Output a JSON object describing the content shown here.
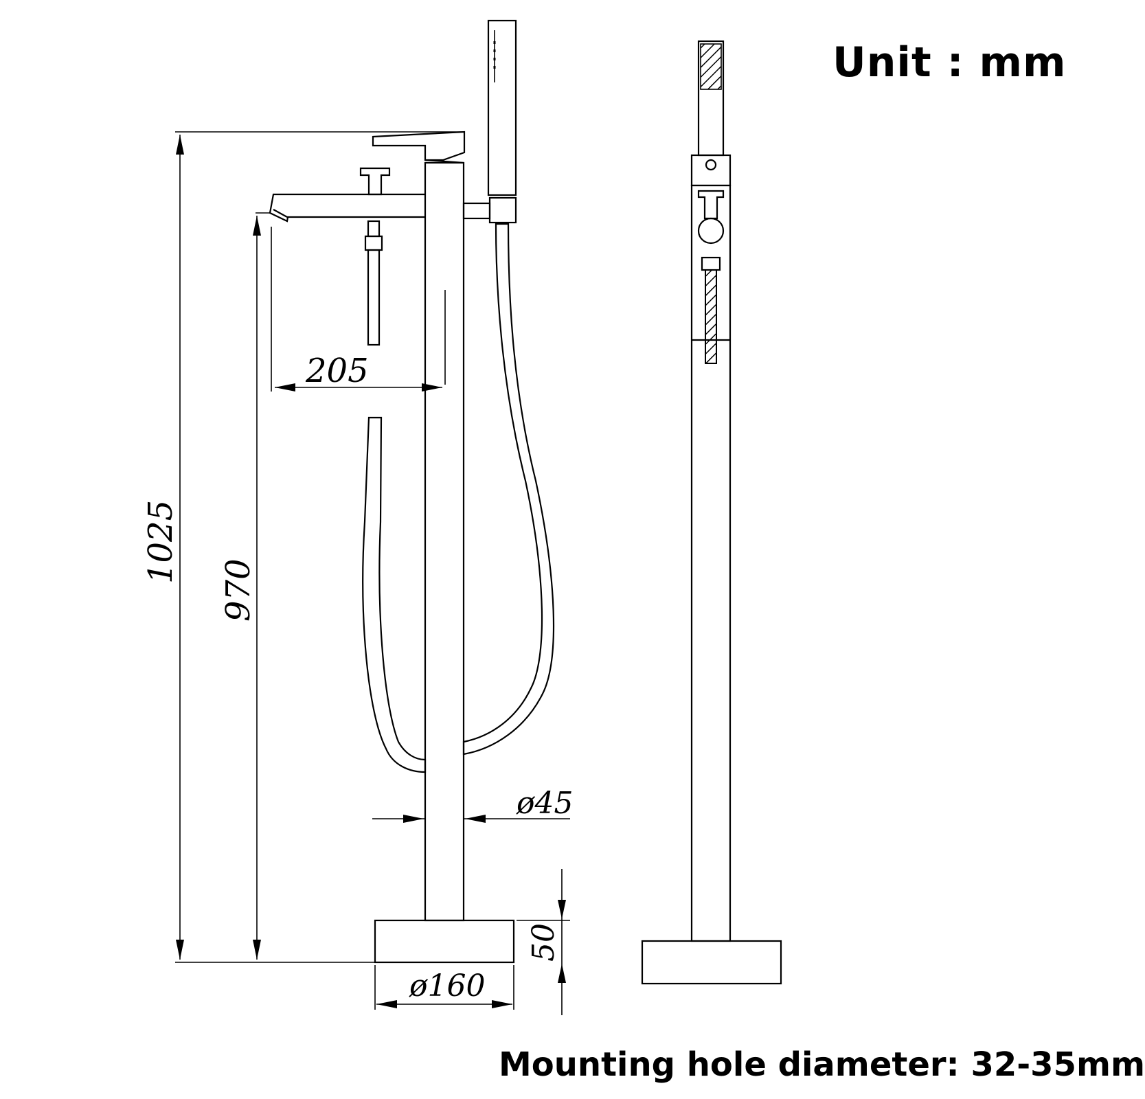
{
  "unit_label": "Unit : mm",
  "note": "Mounting hole diameter: 32-35mm",
  "dimensions": {
    "total_height": "1025",
    "spout_height": "970",
    "spout_reach": "205",
    "pipe_diameter": "ø45",
    "base_height": "50",
    "base_diameter": "ø160"
  },
  "colors": {
    "line": "#000000",
    "background": "#ffffff"
  }
}
